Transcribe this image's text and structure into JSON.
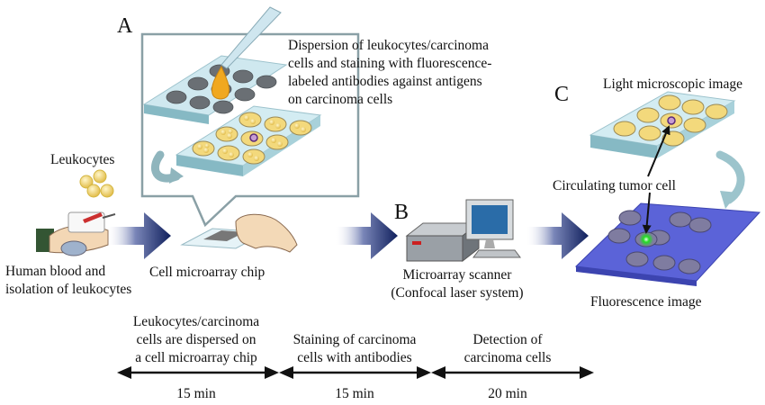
{
  "panels": {
    "a": {
      "letter": "A",
      "caption_lines": [
        "Dispersion of leukocytes/carcinoma",
        "cells and staining with fluorescence-",
        "labeled antibodies against antigens",
        "on carcinoma cells"
      ]
    },
    "b": {
      "letter": "B",
      "device_lines": [
        "Microarray scanner",
        "(Confocal laser system)"
      ]
    },
    "c": {
      "letter": "C",
      "top_label": "Light microscopic image",
      "ctc_label": "Circulating tumor cell",
      "bottom_label": "Fluorescence image"
    }
  },
  "left": {
    "leukocytes_label": "Leukocytes",
    "blood_lines": [
      "Human blood and",
      "isolation of leukocytes"
    ],
    "chip_label": "Cell microarray chip"
  },
  "timeline": {
    "stage1_lines": [
      "Leukocytes/carcinoma",
      "cells are dispersed on",
      "a cell microarray chip"
    ],
    "stage2_lines": [
      "Staining of carcinoma",
      "cells with antibodies"
    ],
    "stage3_lines": [
      "Detection of",
      "carcinoma cells"
    ],
    "durations": [
      "15 min",
      "15 min",
      "20 min"
    ]
  },
  "colors": {
    "arrow_navy": "#0f1f5c",
    "chip_top": "#d3ecf2",
    "chip_side": "#86b9c4",
    "well_dark": "#666b70",
    "cell_yellow": "#f0cf6a",
    "fluor_blue": "#5b63d8",
    "ctc_green": "#22dd22"
  }
}
